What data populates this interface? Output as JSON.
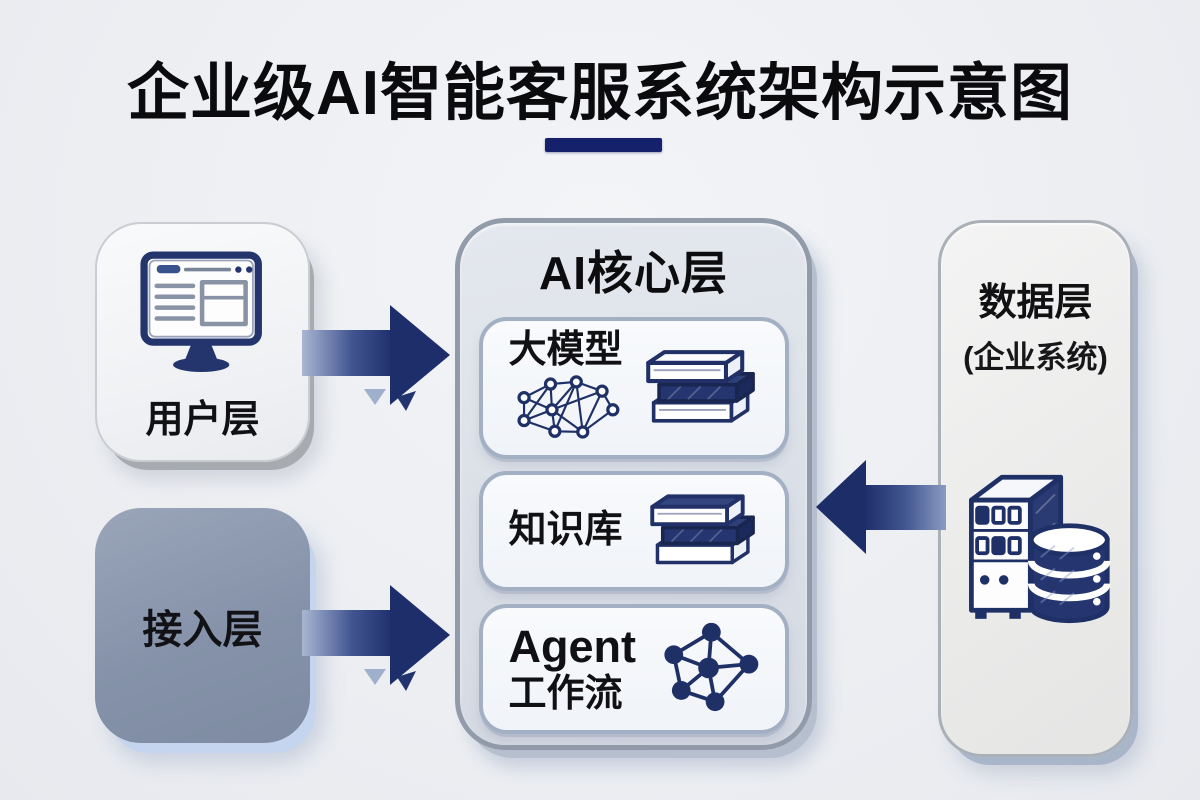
{
  "title": "企业级AI智能客服系统架构示意图",
  "layers": {
    "user": {
      "label": "用户层",
      "icon": "monitor-icon"
    },
    "access": {
      "label": "接入层"
    },
    "ai_core": {
      "title": "AI核心层",
      "items": [
        {
          "label": "大模型",
          "icons": [
            "neural-network-icon",
            "books-icon"
          ]
        },
        {
          "label": "知识库",
          "icons": [
            "books-icon"
          ]
        },
        {
          "label": "Agent",
          "label2": "工作流",
          "icons": [
            "workflow-graph-icon"
          ]
        }
      ]
    },
    "data": {
      "label": "数据层",
      "sublabel": "(企业系统)",
      "icon": "server-database-icon"
    }
  },
  "arrows": [
    {
      "from": "用户层",
      "to": "AI核心层",
      "direction": "right"
    },
    {
      "from": "接入层",
      "to": "AI核心层",
      "direction": "right"
    },
    {
      "from": "数据层",
      "to": "AI核心层",
      "direction": "left"
    }
  ],
  "colors": {
    "navy": "#1e2e6b",
    "arrow_tail_light": "#a9b6d2",
    "underline": "#15216b",
    "access_fill": "#8592a9",
    "access_shadow": "#c6d5ef",
    "core_fill": "#dadfe7",
    "core_border": "#929ba9",
    "subbox_border": "#a3afc3",
    "background": "#edeff3"
  }
}
